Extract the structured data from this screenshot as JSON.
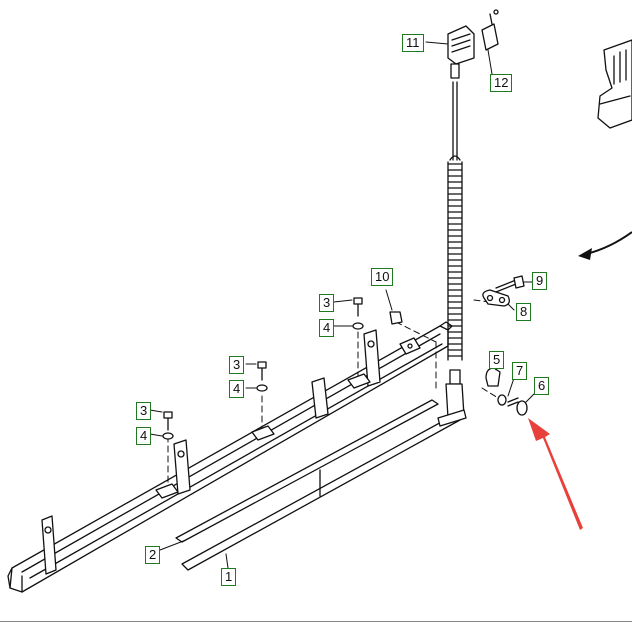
{
  "callouts": [
    {
      "id": "1",
      "label": "1"
    },
    {
      "id": "2",
      "label": "2"
    },
    {
      "id": "3a",
      "label": "3"
    },
    {
      "id": "3b",
      "label": "3"
    },
    {
      "id": "3c",
      "label": "3"
    },
    {
      "id": "4a",
      "label": "4"
    },
    {
      "id": "4b",
      "label": "4"
    },
    {
      "id": "4c",
      "label": "4"
    },
    {
      "id": "5",
      "label": "5"
    },
    {
      "id": "6",
      "label": "6"
    },
    {
      "id": "7",
      "label": "7"
    },
    {
      "id": "8",
      "label": "8"
    },
    {
      "id": "9",
      "label": "9"
    },
    {
      "id": "10",
      "label": "10"
    },
    {
      "id": "11",
      "label": "11"
    },
    {
      "id": "12",
      "label": "12"
    }
  ],
  "colors": {
    "callout_border": "#1f7a1f",
    "arrow": "#e8413c",
    "line": "#111111"
  },
  "icons": {
    "pointer": "red-arrow-icon",
    "direction": "curved-arrow-icon"
  }
}
